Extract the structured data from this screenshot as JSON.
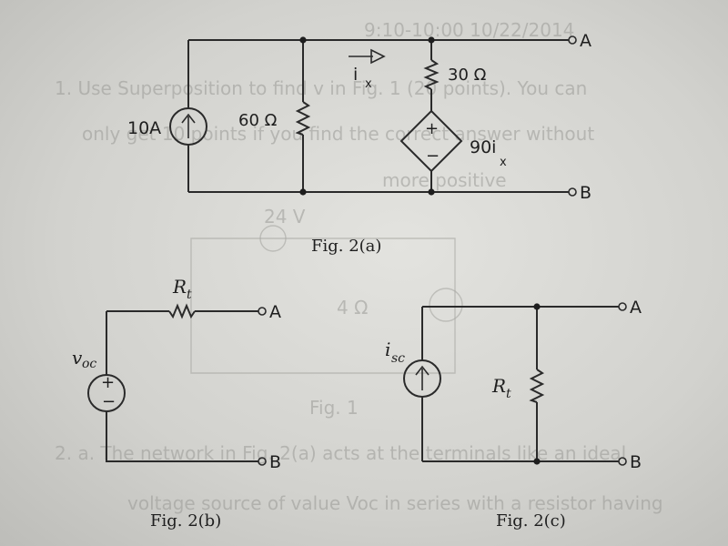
{
  "fig_a": {
    "caption": "Fig. 2(a)",
    "current_source": "10A",
    "resistor_60": "60 Ω",
    "resistor_30": "30 Ω",
    "current_label": "i",
    "current_label_sub": "x",
    "dep_source_coeff": "90i",
    "dep_source_sub": "x",
    "dep_plus": "+",
    "dep_minus": "−",
    "terminal_a": "A",
    "terminal_b": "B"
  },
  "fig_b": {
    "caption": "Fig. 2(b)",
    "resistor": "R",
    "resistor_sub": "t",
    "source": "v",
    "source_sub": "oc",
    "plus": "+",
    "minus": "−",
    "terminal_a": "A",
    "terminal_b": "B"
  },
  "fig_c": {
    "caption": "Fig. 2(c)",
    "source": "i",
    "source_sub": "sc",
    "resistor": "R",
    "resistor_sub": "t",
    "terminal_a": "A",
    "terminal_b": "B"
  },
  "background_text": {
    "line1": "9:10-10:00 10/22/2014",
    "line2": "1. Use Superposition to find v in Fig. 1 (20 points). You can",
    "line3": "only get 10 points if you find the correct answer without",
    "line4": "more positive",
    "line5": "24 V",
    "line6": "4 Ω",
    "line7": "Fig. 1",
    "line8": "2. a. The network in Fig. 2(a) acts at the terminals like an ideal",
    "line9": "voltage source of value Voc in series with a resistor having"
  },
  "colors": {
    "ink": "#1e1e1e",
    "paper": "#dcdcd8",
    "bleed": "#9a9a96"
  }
}
